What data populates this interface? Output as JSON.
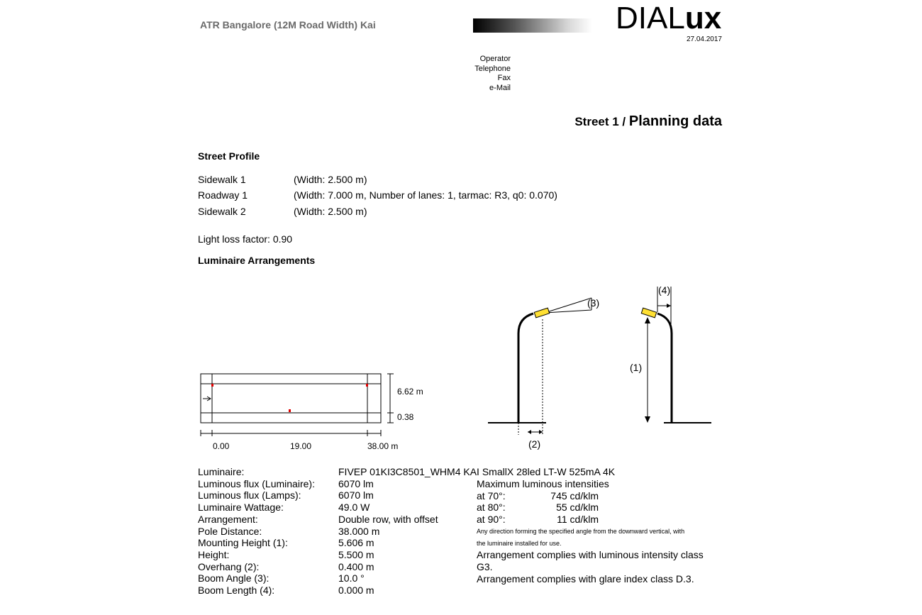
{
  "header": {
    "project_title": "ATR Bangalore (12M Road Width) Kai",
    "logo_thin": "DIAL",
    "logo_bold": "ux",
    "date": "27.04.2017",
    "contact": [
      "Operator",
      "Telephone",
      "Fax",
      "e-Mail"
    ]
  },
  "page_heading": {
    "prefix": "Street 1 / ",
    "title": "Planning data"
  },
  "street_profile": {
    "title": "Street Profile",
    "rows": [
      {
        "name": "Sidewalk 1",
        "desc": "(Width: 2.500 m)"
      },
      {
        "name": "Roadway 1",
        "desc": "(Width: 7.000 m, Number of lanes: 1, tarmac: R3, q0: 0.070)"
      },
      {
        "name": "Sidewalk 2",
        "desc": "(Width: 2.500 m)"
      }
    ]
  },
  "light_loss_factor": "Light loss factor: 0.90",
  "arrangements_title": "Luminaire Arrangements",
  "plan_diagram": {
    "dim_top": "6.62 m",
    "dim_bottom": "0.38",
    "x_ticks": [
      "0.00",
      "19.00",
      "38.00 m"
    ],
    "marker_color": "#e00000"
  },
  "side_diagram": {
    "labels": [
      "(1)",
      "(2)",
      "(3)",
      "(4)"
    ],
    "luminaire_color": "#ffe033"
  },
  "luminaire": {
    "label": "Luminaire:",
    "value": "FIVEP 01KI3C8501_WHM4 KAI SmallX 28led LT-W 525mA 4K"
  },
  "specs": [
    {
      "k": "Luminous flux (Luminaire):",
      "v": "6070 lm"
    },
    {
      "k": "Luminous flux (Lamps):",
      "v": "6070 lm"
    },
    {
      "k": "Luminaire Wattage:",
      "v": "49.0 W"
    },
    {
      "k": "Arrangement:",
      "v": "Double row, with offset"
    },
    {
      "k": "Pole Distance:",
      "v": "38.000 m"
    },
    {
      "k": "Mounting Height (1):",
      "v": "5.606 m"
    },
    {
      "k": "Height:",
      "v": "5.500 m"
    },
    {
      "k": "Overhang (2):",
      "v": "0.400 m"
    },
    {
      "k": "Boom Angle (3):",
      "v": "10.0 °"
    },
    {
      "k": "Boom Length (4):",
      "v": "0.000 m"
    }
  ],
  "intensities": {
    "title": "Maximum luminous intensities",
    "rows": [
      {
        "angle": "at 70°:",
        "value": "745 cd/klm"
      },
      {
        "angle": "at 80°:",
        "value": "55 cd/klm"
      },
      {
        "angle": "at 90°:",
        "value": "11 cd/klm"
      }
    ],
    "note_1": "Any direction forming the specified angle from the downward vertical, with",
    "note_2": "the luminaire installed for use.",
    "compliance_1a": "Arrangement complies with luminous intensity class",
    "compliance_1b": "G3.",
    "compliance_2": "Arrangement complies with glare index class D.3."
  }
}
